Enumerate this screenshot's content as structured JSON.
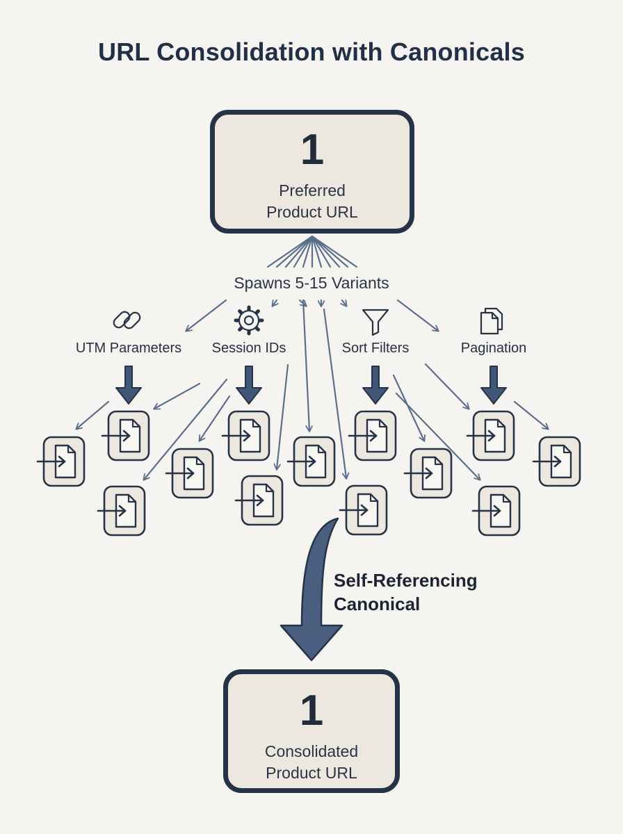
{
  "title": "URL Consolidation with Canonicals",
  "top_box": {
    "number": "1",
    "label": "Preferred\nProduct URL"
  },
  "spawn_label": "Spawns 5-15 Variants",
  "categories": [
    {
      "label": "UTM Parameters",
      "icon": "link-icon"
    },
    {
      "label": "Session IDs",
      "icon": "gear-icon"
    },
    {
      "label": "Sort Filters",
      "icon": "filter-icon"
    },
    {
      "label": "Pagination",
      "icon": "pages-icon"
    }
  ],
  "caption": "Self-Referencing\nCanonical",
  "bottom_box": {
    "number": "1",
    "label": "Consolidated\nProduct URL"
  },
  "colors": {
    "arrow": "#5b6f8c",
    "dark_arrow": "#405777",
    "outline": "#263246",
    "box_fill": "#ede8df",
    "background": "#f5f4f0"
  }
}
